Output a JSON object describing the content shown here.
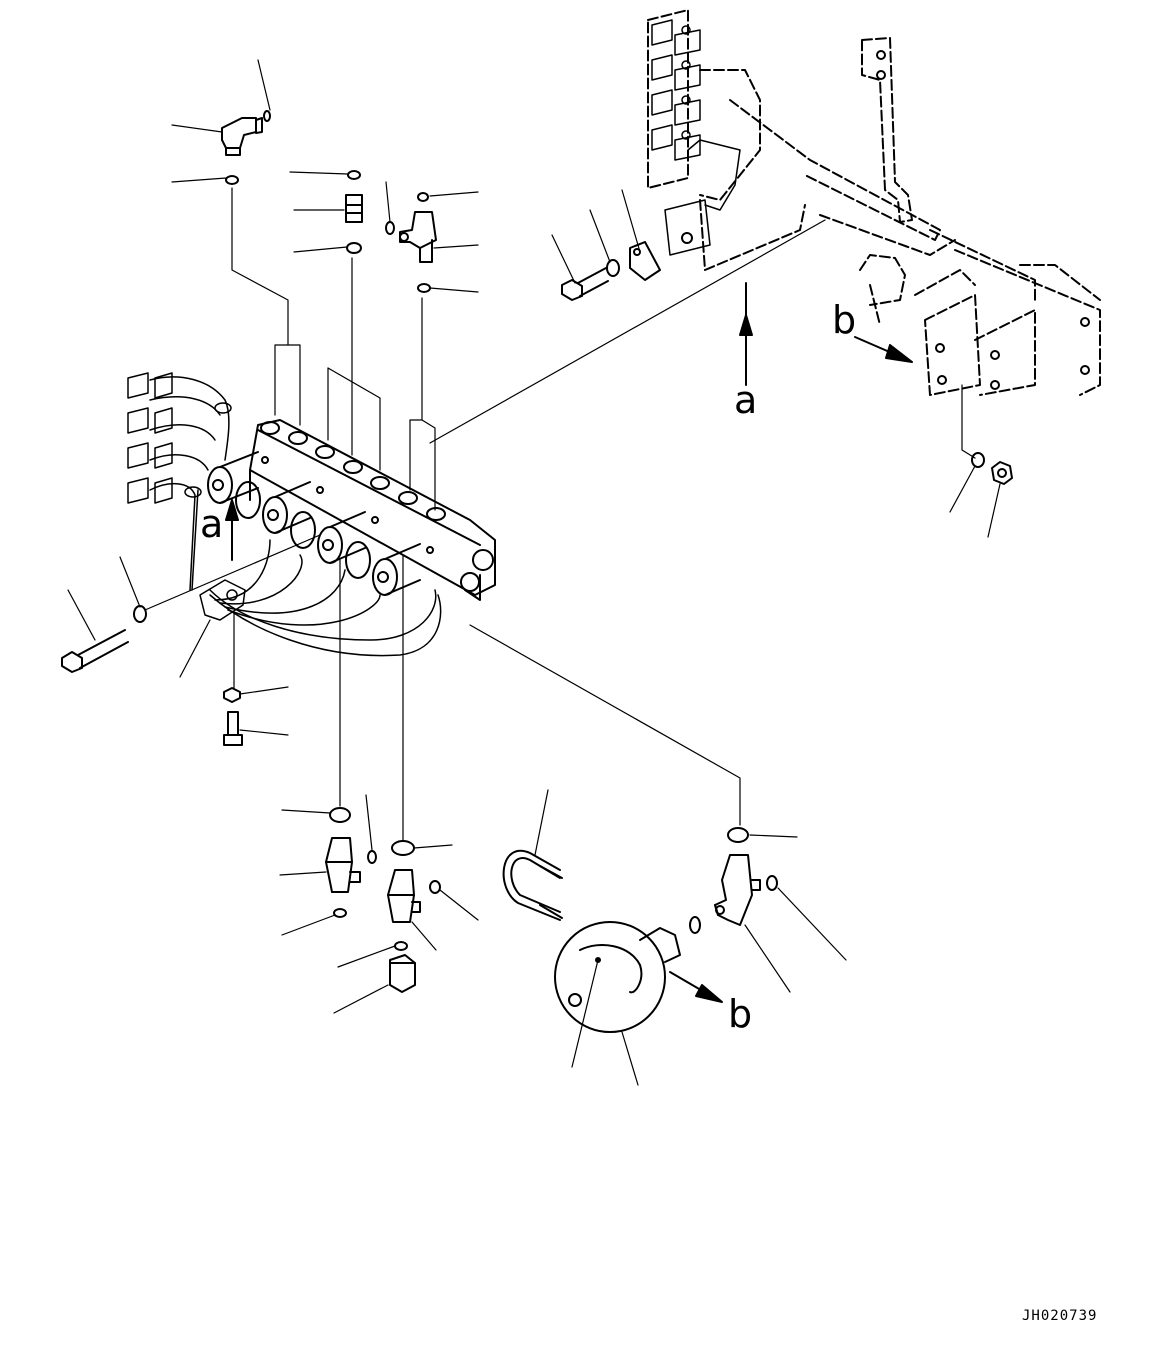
{
  "diagram": {
    "figure_code": "JH020739",
    "view_labels": {
      "a_top": "a",
      "a_left": "a",
      "b_top": "b",
      "b_bottom": "b"
    }
  },
  "colors": {
    "line": "#000000",
    "background": "#ffffff"
  }
}
